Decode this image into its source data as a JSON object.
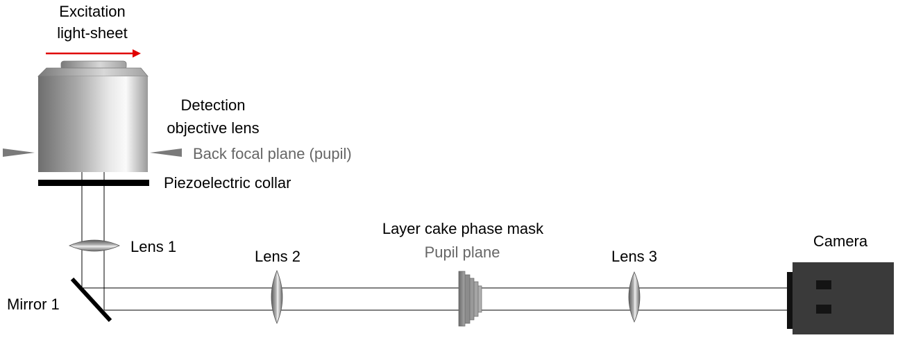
{
  "labels": {
    "excitation_line1": "Excitation",
    "excitation_line2": "light-sheet",
    "detection_line1": "Detection",
    "detection_line2": "objective lens",
    "back_focal_plane": "Back focal plane (pupil)",
    "piezo_collar": "Piezoelectric collar",
    "lens1": "Lens 1",
    "lens2": "Lens 2",
    "lens3": "Lens 3",
    "mirror1": "Mirror 1",
    "phase_mask": "Layer cake phase mask",
    "pupil_plane": "Pupil plane",
    "camera": "Camera"
  },
  "colors": {
    "arrow": "#e00000",
    "secondary_text": "#666666",
    "camera_body": "#3a3a3a"
  }
}
